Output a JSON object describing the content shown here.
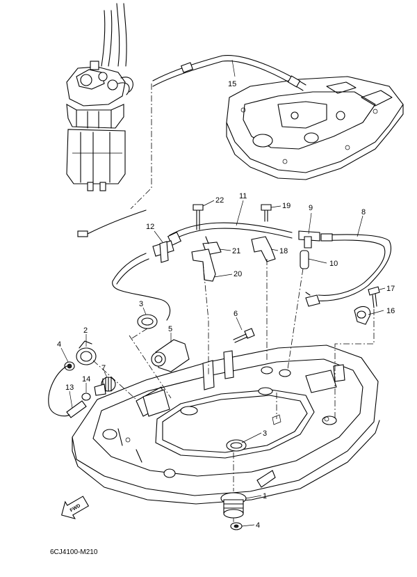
{
  "diagram": {
    "drawing_code": "6CJ4100-M210",
    "direction_marker": "FWD",
    "callouts": [
      {
        "id": "c15a",
        "label": "15"
      },
      {
        "id": "c22",
        "label": "22"
      },
      {
        "id": "c11",
        "label": "11"
      },
      {
        "id": "c19",
        "label": "19"
      },
      {
        "id": "c9",
        "label": "9"
      },
      {
        "id": "c8",
        "label": "8"
      },
      {
        "id": "c12",
        "label": "12"
      },
      {
        "id": "c21",
        "label": "21"
      },
      {
        "id": "c18",
        "label": "18"
      },
      {
        "id": "c10",
        "label": "10"
      },
      {
        "id": "c20",
        "label": "20"
      },
      {
        "id": "c17",
        "label": "17"
      },
      {
        "id": "c16",
        "label": "16"
      },
      {
        "id": "c3a",
        "label": "3"
      },
      {
        "id": "c6",
        "label": "6"
      },
      {
        "id": "c2",
        "label": "2"
      },
      {
        "id": "c5",
        "label": "5"
      },
      {
        "id": "c4a",
        "label": "4"
      },
      {
        "id": "c7",
        "label": "7"
      },
      {
        "id": "c14",
        "label": "14"
      },
      {
        "id": "c13",
        "label": "13"
      },
      {
        "id": "c3b",
        "label": "3"
      },
      {
        "id": "c1",
        "label": "1"
      },
      {
        "id": "c4b",
        "label": "4"
      }
    ]
  }
}
